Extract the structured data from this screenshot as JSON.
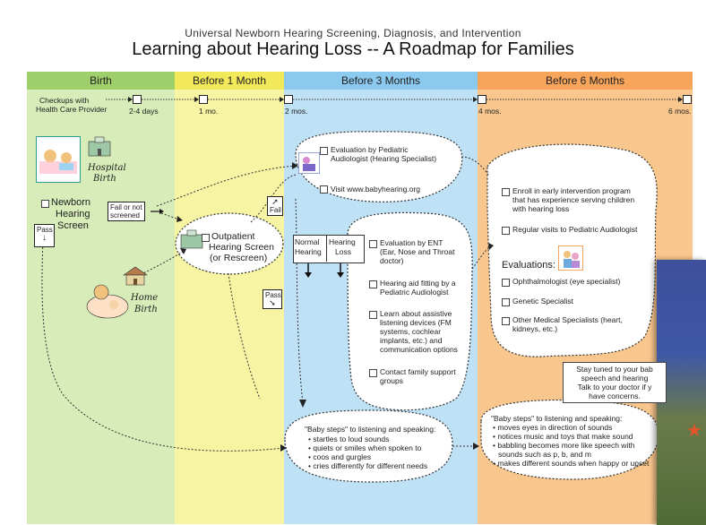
{
  "header": {
    "supertitle": "Universal Newborn Hearing Screening, Diagnosis, and Intervention",
    "title": "Learning about Hearing Loss -- A Roadmap for Families"
  },
  "columns": {
    "birth": "Birth",
    "before_1_month": "Before 1 Month",
    "before_3_months": "Before 3 Months",
    "before_6_months": "Before 6 Months"
  },
  "timeline": {
    "checkups_label_1": "Checkups with",
    "checkups_label_2": "Health Care Provider",
    "t_2_4_days": "2-4 days",
    "t_1_mo": "1 mo.",
    "t_2_mos": "2 mos.",
    "t_4_mos": "4 mos.",
    "t_6_mos": "6 mos."
  },
  "birth": {
    "hospital_birth_1": "Hospital",
    "hospital_birth_2": "Birth",
    "newborn_1": "Newborn",
    "newborn_2": "Hearing",
    "newborn_3": "Screen",
    "fail_or_not_1": "Fail or not",
    "fail_or_not_2": "screened",
    "pass": "Pass",
    "home_birth_1": "Home",
    "home_birth_2": "Birth"
  },
  "month1": {
    "outpatient_1": "Outpatient",
    "outpatient_2": "Hearing Screen",
    "outpatient_3": "(or Rescreen)",
    "fail": "Fail",
    "pass": "Pass"
  },
  "month3": {
    "eval_audiologist_1": "Evaluation by Pediatric",
    "eval_audiologist_2": "Audiologist (Hearing Specialist)",
    "visit_site": "Visit www.babyhearing.org",
    "normal_hearing_1": "Normal",
    "normal_hearing_2": "Hearing",
    "hearing_loss_1": "Hearing",
    "hearing_loss_2": "Loss",
    "items": [
      [
        "Evaluation by ENT",
        "(Ear, Nose and Throat",
        "doctor)"
      ],
      [
        "Hearing aid fitting by a",
        "Pediatric Audiologist"
      ],
      [
        "Learn about assistive",
        "listening devices (FM",
        "systems, cochlear",
        "implants, etc.)  and",
        "communication options"
      ],
      [
        "Contact family support",
        "groups"
      ]
    ],
    "baby_steps_title": "\"Baby steps\" to listening and speaking:",
    "baby_steps": [
      "startles to loud sounds",
      "quiets or smiles when spoken to",
      "coos and gurgles",
      "cries differently for different needs"
    ]
  },
  "month6": {
    "items": [
      [
        "Enroll in early intervention program",
        "that has experience serving children",
        "with hearing loss"
      ],
      [
        "Regular visits to Pediatric Audiologist"
      ]
    ],
    "evaluations_label": "Evaluations:",
    "eval_items": [
      [
        "Ophthalmologist  (eye specialist)"
      ],
      [
        "Genetic Specialist"
      ],
      [
        "Other Medical Specialists (heart,",
        "kidneys, etc.)"
      ]
    ],
    "note": [
      "Stay tuned to your bab",
      "speech and hearing",
      "Talk to your doctor if y",
      "have concerns."
    ],
    "baby_steps_title": "\"Baby steps\" to listening and speaking:",
    "baby_steps": [
      "moves eyes in direction of sounds",
      "notices music and toys that make sound",
      "babbling becomes more like speech with",
      "sounds such as p, b, and m",
      "makes different sounds  when happy or upset"
    ]
  },
  "colors": {
    "birth": "#d7ecb8",
    "month1": "#f7f4a3",
    "month3": "#bfe1f6",
    "month6": "#f9c78e"
  },
  "icons": {
    "hospital": "hospital-icon",
    "home": "house-icon",
    "mother_baby": "mother-baby-icon",
    "audiologist": "audiologist-icon",
    "specialists": "specialists-icon",
    "location_star": "star-icon"
  }
}
